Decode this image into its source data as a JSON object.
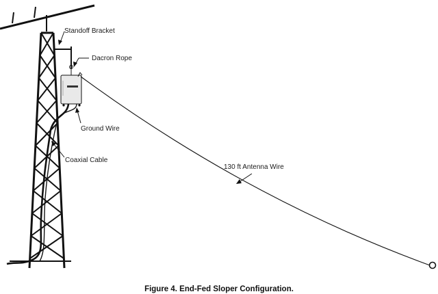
{
  "labels": {
    "standoff_bracket": "Standoff Bracket",
    "dacron_rope": "Dacron Rope",
    "ground_wire": "Ground Wire",
    "coaxial_cable": "Coaxial Cable",
    "antenna_wire": "130 ft Antenna Wire"
  },
  "caption": "Figure 4.  End-Fed Sloper Configuration.",
  "colors": {
    "line": "#111111",
    "background": "#ffffff",
    "box_fill": "#e9e9e9"
  }
}
